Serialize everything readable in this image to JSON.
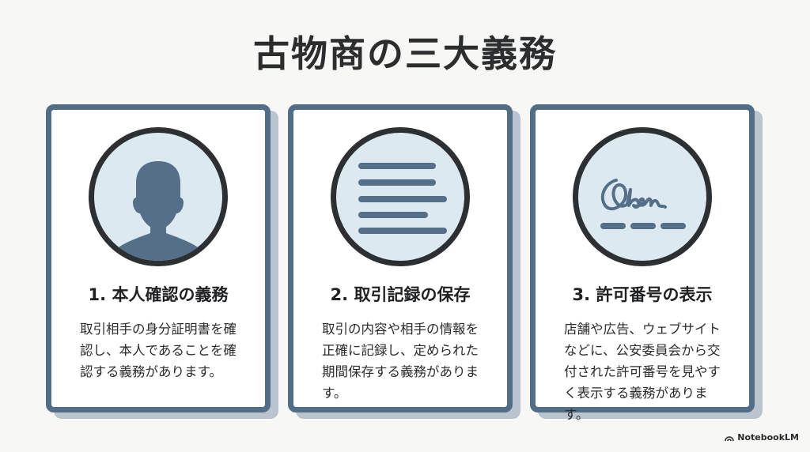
{
  "title": "古物商の三大義務",
  "colors": {
    "card_border": "#526d86",
    "card_shadow": "#b9c4cf",
    "icon_ring": "#2d3033",
    "icon_fill": "#dde9f1",
    "icon_glyph": "#546f87",
    "background": "#f7f7f6"
  },
  "cards": [
    {
      "icon": "person-silhouette-icon",
      "heading": "1. 本人確認の義務",
      "body": "取引相手の身分証明書を確認し、本人であることを確認する義務があります。"
    },
    {
      "icon": "document-lines-icon",
      "heading": "2. 取引記録の保存",
      "body": "取引の内容や相手の情報を正確に記録し、定められた期間保存する義務があります。"
    },
    {
      "icon": "signature-icon",
      "heading": "3. 許可番号の表示",
      "body": "店舗や広告、ウェブサイトなどに、公安委員会から交付された許可番号を見やすく表示する義務があります。"
    }
  ],
  "brand": {
    "icon": "notebooklm-logo-icon",
    "label": "NotebookLM"
  }
}
